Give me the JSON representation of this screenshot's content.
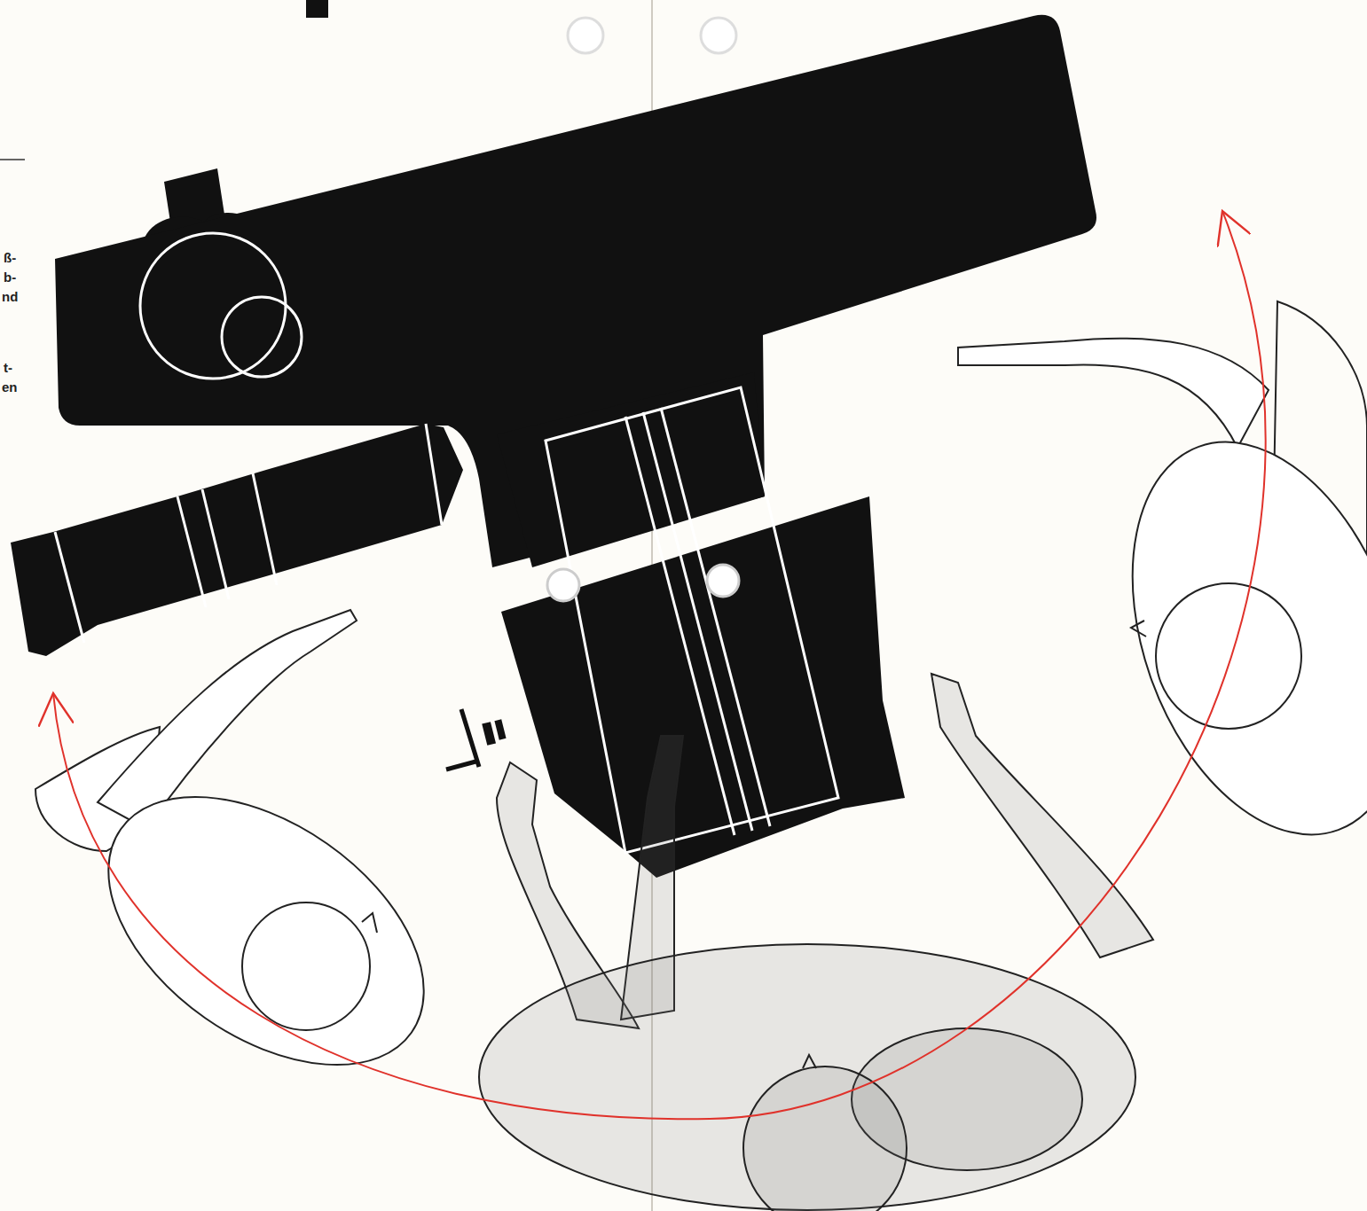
{
  "diagram": {
    "labels": [
      "ß-",
      "b-",
      "nd",
      "t-",
      "en"
    ]
  }
}
